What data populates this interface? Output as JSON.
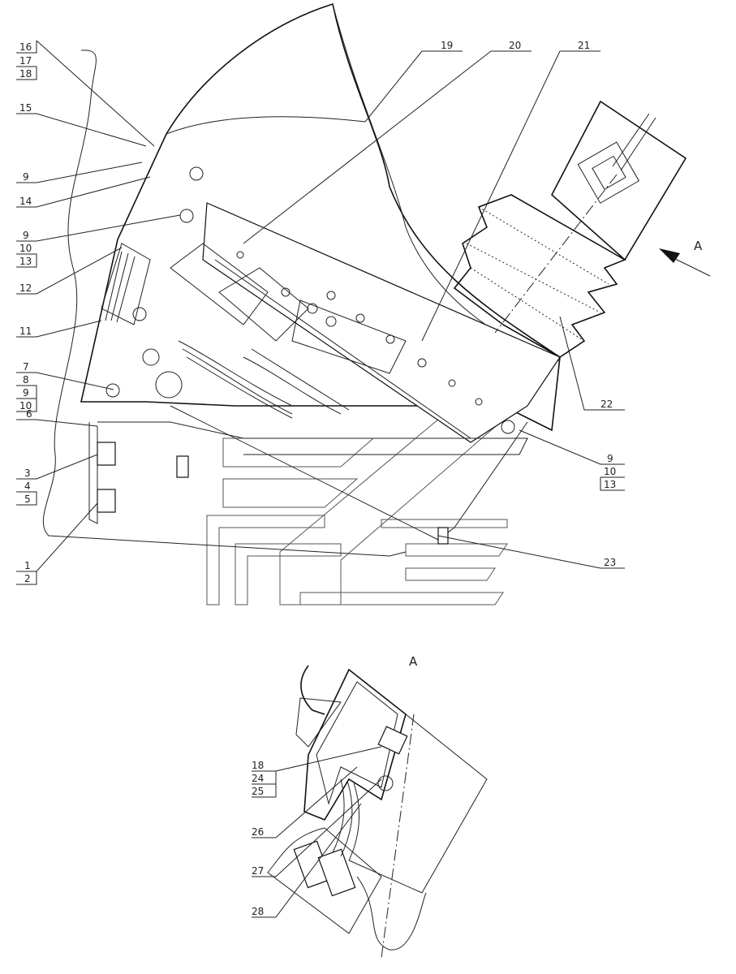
{
  "title": "Control console assembly – parts diagram",
  "main_view": {
    "left_callouts": [
      {
        "id": "c16",
        "numbers": [
          "16",
          "17",
          "18"
        ]
      },
      {
        "id": "c15",
        "numbers": [
          "15"
        ]
      },
      {
        "id": "c9a",
        "numbers": [
          "9"
        ]
      },
      {
        "id": "c14",
        "numbers": [
          "14"
        ]
      },
      {
        "id": "c9b",
        "numbers": [
          "9",
          "10",
          "13"
        ]
      },
      {
        "id": "c12",
        "numbers": [
          "12"
        ]
      },
      {
        "id": "c11",
        "numbers": [
          "11"
        ]
      },
      {
        "id": "c7",
        "numbers": [
          "7",
          "8",
          "9",
          "10"
        ]
      },
      {
        "id": "c6",
        "numbers": [
          "6"
        ]
      },
      {
        "id": "c3",
        "numbers": [
          "3",
          "4",
          "5"
        ]
      },
      {
        "id": "c1",
        "numbers": [
          "1",
          "2"
        ]
      }
    ],
    "top_callouts": [
      "19",
      "20",
      "21"
    ],
    "right_callouts": {
      "c22": "22",
      "c9c": [
        "9",
        "10",
        "13"
      ],
      "c23": "23"
    },
    "view_arrow_label": "A"
  },
  "detail_view": {
    "title": "A",
    "callouts": [
      {
        "id": "c18",
        "numbers": [
          "18",
          "24",
          "25"
        ]
      },
      {
        "id": "c26",
        "numbers": [
          "26"
        ]
      },
      {
        "id": "c27",
        "numbers": [
          "27"
        ]
      },
      {
        "id": "c28",
        "numbers": [
          "28"
        ]
      }
    ]
  }
}
